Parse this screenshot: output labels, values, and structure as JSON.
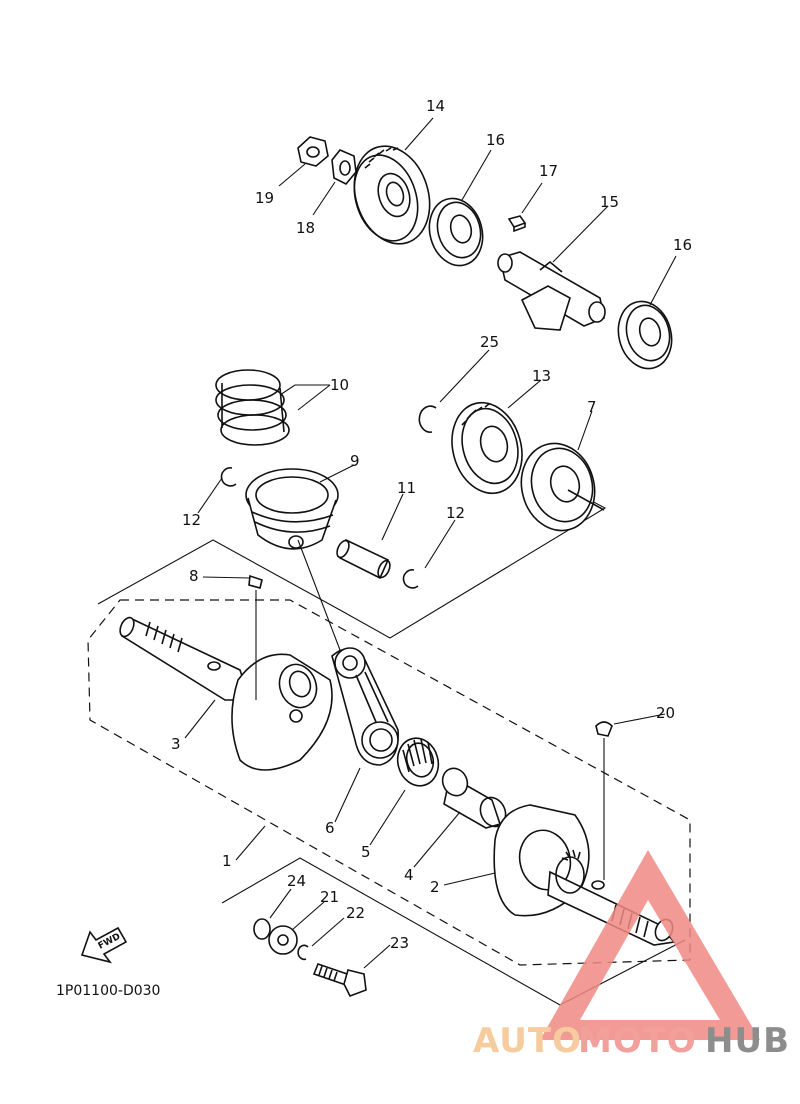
{
  "diagram": {
    "part_code": "1P01100-D030",
    "fwd_label": "FWD",
    "callouts": [
      "1",
      "2",
      "3",
      "4",
      "5",
      "6",
      "7",
      "8",
      "9",
      "10",
      "11",
      "12",
      "12",
      "13",
      "14",
      "15",
      "16",
      "16",
      "17",
      "18",
      "19",
      "20",
      "21",
      "22",
      "23",
      "24",
      "25"
    ]
  },
  "watermark": {
    "word_a": "AUTO",
    "word_b": "MOTO",
    "word_c": "HUB",
    "color_a": "#f5c48e",
    "color_b": "#f0908a",
    "color_c": "#7a7a7a",
    "triangle_color": "#f08a84"
  }
}
